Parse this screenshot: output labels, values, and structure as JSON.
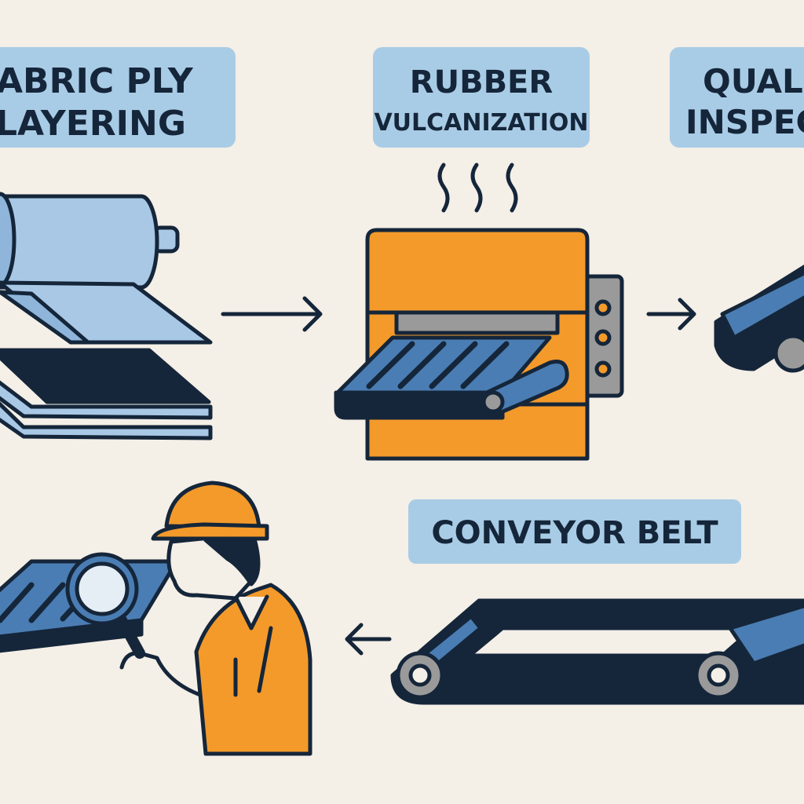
{
  "labels": {
    "fabric": {
      "line1": "FABRIC PLY",
      "line2": "LAYERING"
    },
    "rubber": {
      "line1": "RUBBER",
      "line2": "VULCANIZATION"
    },
    "quality": {
      "line1": "QUALITY",
      "line2": "INSPECTION"
    },
    "conveyor": {
      "line1": "CONVEYOR BELT"
    }
  },
  "colors": {
    "background": "#f4efe7",
    "label_bg": "#a9cce6",
    "outline": "#15263a",
    "orange": "#f39a2b",
    "light_blue": "#a8c8e6",
    "belt_blue": "#4a7db3",
    "gray": "#9a9a9a"
  },
  "icons": [
    "fabric-roll-icon",
    "arrow-right-icon",
    "vulcanization-press-icon",
    "heat-waves-icon",
    "conveyor-belt-icon",
    "inspector-worker-icon",
    "magnifying-glass-icon",
    "arrow-left-icon"
  ]
}
